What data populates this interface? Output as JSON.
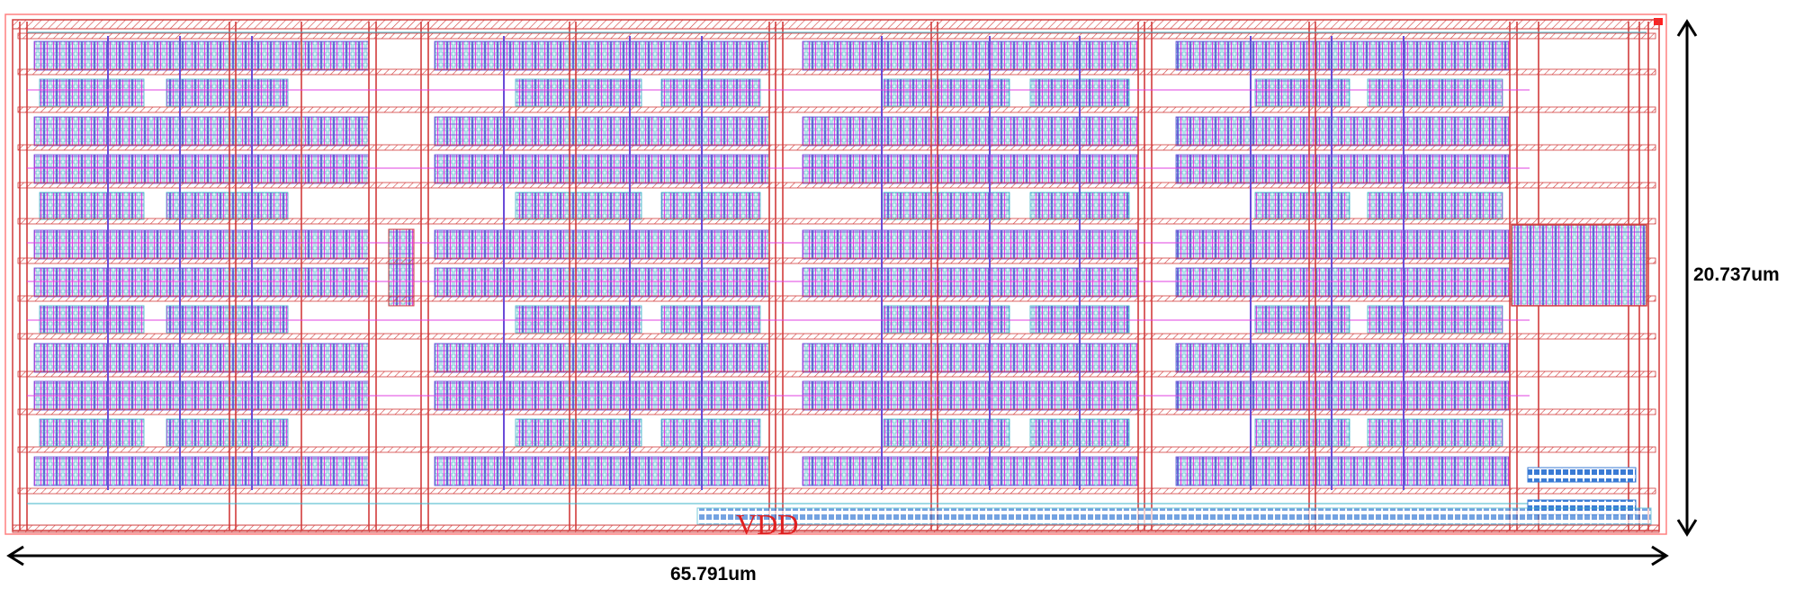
{
  "layout": {
    "net_label": "VDD",
    "width_label": "65.791um",
    "height_label": "20.737um",
    "colors": {
      "metal1": "#d23c3c",
      "metal2": "#6a4bd8",
      "poly": "#e040e0",
      "diff": "#3fb5c8",
      "boundary": "#ff8080",
      "nwell": "#f0a848",
      "text": "#e02020",
      "dimension": "#000000",
      "io_block": "#3a7bd5"
    }
  }
}
